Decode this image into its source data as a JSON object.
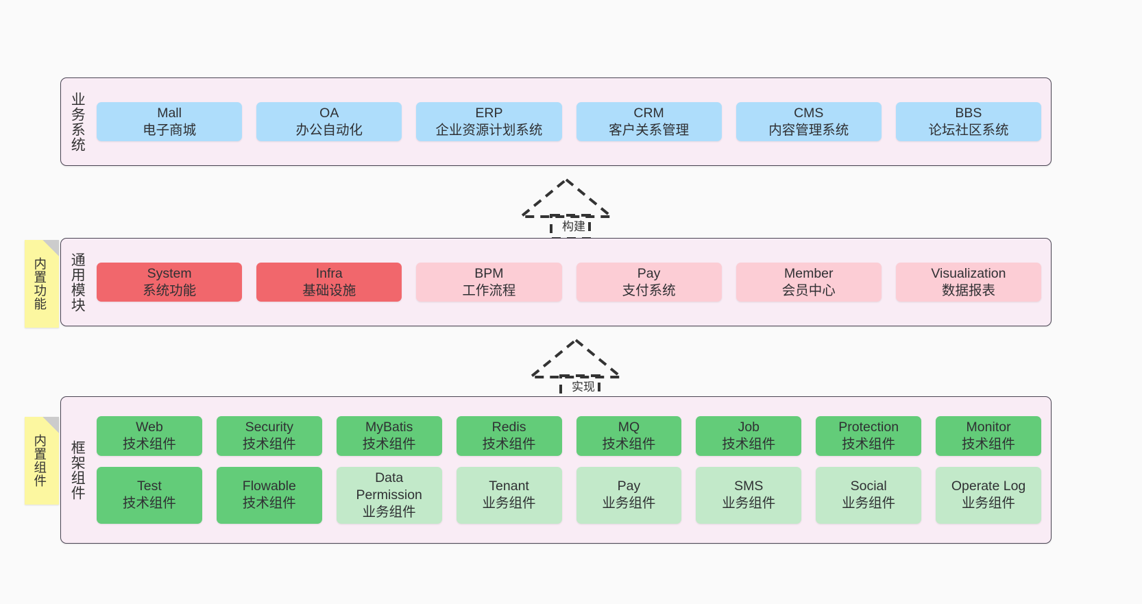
{
  "diagram": {
    "background": "#fafafa",
    "layer_fill": "#f9ecf5",
    "layer_border": "#4a4453",
    "note_fill": "#fcf7a0",
    "colors": {
      "business": "#aeddfb",
      "module_core": "#f1676c",
      "module_other": "#fccdd5",
      "tech_component": "#63cc79",
      "biz_component": "#c2e9c9"
    }
  },
  "layers": [
    {
      "id": "business-system",
      "title": "业务系统",
      "rows": [
        {
          "cards": [
            {
              "title": "Mall",
              "subtitle": "电子商城",
              "style": "c-blue"
            },
            {
              "title": "OA",
              "subtitle": "办公自动化",
              "style": "c-blue"
            },
            {
              "title": "ERP",
              "subtitle": "企业资源计划系统",
              "style": "c-blue"
            },
            {
              "title": "CRM",
              "subtitle": "客户关系管理",
              "style": "c-blue"
            },
            {
              "title": "CMS",
              "subtitle": "内容管理系统",
              "style": "c-blue"
            },
            {
              "title": "BBS",
              "subtitle": "论坛社区系统",
              "style": "c-blue"
            }
          ]
        }
      ]
    },
    {
      "id": "common-module",
      "title": "通用模块",
      "note": "内置功能",
      "rows": [
        {
          "cards": [
            {
              "title": "System",
              "subtitle": "系统功能",
              "style": "c-red"
            },
            {
              "title": "Infra",
              "subtitle": "基础设施",
              "style": "c-red"
            },
            {
              "title": "BPM",
              "subtitle": "工作流程",
              "style": "c-pink"
            },
            {
              "title": "Pay",
              "subtitle": "支付系统",
              "style": "c-pink"
            },
            {
              "title": "Member",
              "subtitle": "会员中心",
              "style": "c-pink"
            },
            {
              "title": "Visualization",
              "subtitle": "数据报表",
              "style": "c-pink"
            }
          ]
        }
      ]
    },
    {
      "id": "framework-component",
      "title": "框架组件",
      "note": "内置组件",
      "rows": [
        {
          "cards": [
            {
              "title": "Web",
              "subtitle": "技术组件",
              "style": "c-green-dark"
            },
            {
              "title": "Security",
              "subtitle": "技术组件",
              "style": "c-green-dark"
            },
            {
              "title": "MyBatis",
              "subtitle": "技术组件",
              "style": "c-green-dark"
            },
            {
              "title": "Redis",
              "subtitle": "技术组件",
              "style": "c-green-dark"
            },
            {
              "title": "MQ",
              "subtitle": "技术组件",
              "style": "c-green-dark"
            },
            {
              "title": "Job",
              "subtitle": "技术组件",
              "style": "c-green-dark"
            },
            {
              "title": "Protection",
              "subtitle": "技术组件",
              "style": "c-green-dark"
            },
            {
              "title": "Monitor",
              "subtitle": "技术组件",
              "style": "c-green-dark"
            }
          ]
        },
        {
          "cards": [
            {
              "title": "Test",
              "subtitle": "技术组件",
              "style": "c-green-dark"
            },
            {
              "title": "Flowable",
              "subtitle": "技术组件",
              "style": "c-green-dark"
            },
            {
              "title": "Data Permission",
              "subtitle": "业务组件",
              "style": "c-green-light"
            },
            {
              "title": "Tenant",
              "subtitle": "业务组件",
              "style": "c-green-light"
            },
            {
              "title": "Pay",
              "subtitle": "业务组件",
              "style": "c-green-light"
            },
            {
              "title": "SMS",
              "subtitle": "业务组件",
              "style": "c-green-light"
            },
            {
              "title": "Social",
              "subtitle": "业务组件",
              "style": "c-green-light"
            },
            {
              "title": "Operate Log",
              "subtitle": "业务组件",
              "style": "c-green-light"
            }
          ]
        }
      ]
    }
  ],
  "connectors": [
    {
      "id": "build",
      "label": "构建",
      "from": "common-module",
      "to": "business-system"
    },
    {
      "id": "implement",
      "label": "实现",
      "from": "framework-component",
      "to": "common-module"
    }
  ]
}
